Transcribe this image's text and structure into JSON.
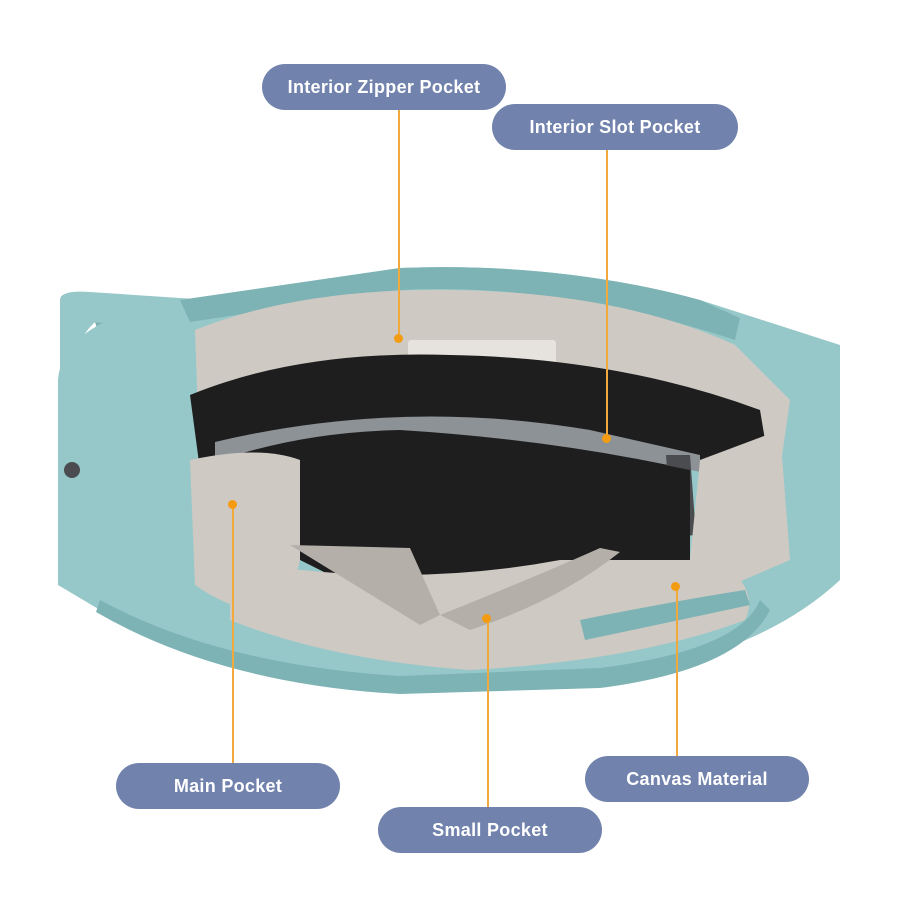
{
  "colors": {
    "label_background": "#7182ad",
    "label_text": "#ffffff",
    "leader_line": "#f0a93a",
    "callout_dot": "#f39c12",
    "canvas_outer": "#97c8c9",
    "canvas_dark": "#7db3b4",
    "lining": "#cfc9c3",
    "lining_shadow": "#b5afa9",
    "interior_dark": "#1f1e1f",
    "zipper_tape": "#8d9296",
    "zipper_pull": "#4a4c50"
  },
  "labels": {
    "interior_zipper_pocket": "Interior Zipper Pocket",
    "interior_slot_pocket": "Interior Slot Pocket",
    "main_pocket": "Main Pocket",
    "small_pocket": "Small Pocket",
    "canvas_material": "Canvas Material"
  }
}
